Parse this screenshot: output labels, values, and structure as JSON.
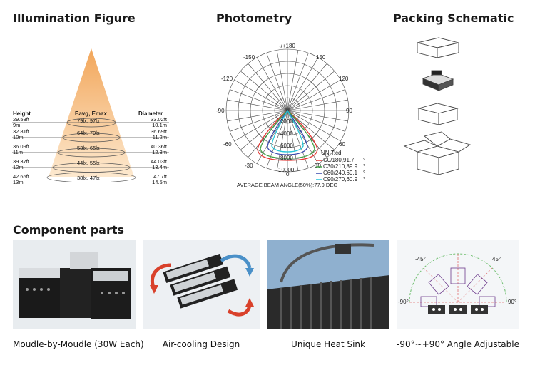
{
  "sections": {
    "illumination_title": "Illumination Figure",
    "photometry_title": "Photometry",
    "packing_title": "Packing Schematic",
    "components_title": "Component parts"
  },
  "illumination": {
    "col_height": "Height",
    "col_eavg": "Eavg, Emax",
    "col_diameter": "Diameter",
    "rows": [
      {
        "h_ft": "29.53ft",
        "h_m": "9m",
        "lux": "79lx, 97lx",
        "d_ft": "33.02ft",
        "d_m": "10.1m"
      },
      {
        "h_ft": "32.81ft",
        "h_m": "10m",
        "lux": "64lx, 79lx",
        "d_ft": "36.69ft",
        "d_m": "11.2m"
      },
      {
        "h_ft": "36.09ft",
        "h_m": "11m",
        "lux": "53lx, 65lx",
        "d_ft": "40.36ft",
        "d_m": "12.3m"
      },
      {
        "h_ft": "39.37ft",
        "h_m": "12m",
        "lux": "44lx, 55lx",
        "d_ft": "44.03ft",
        "d_m": "13.4m"
      },
      {
        "h_ft": "42.65ft",
        "h_m": "13m",
        "lux": "38lx, 47lx",
        "d_ft": "47.7ft",
        "d_m": "14.5m"
      }
    ]
  },
  "photometry": {
    "angles": {
      "top": "-/+180",
      "a_neg150": "-150",
      "a_150": "150",
      "a_neg120": "-120",
      "a_120": "120",
      "a_neg90": "-90",
      "a_90": "90",
      "a_neg60": "-60",
      "a_60": "60",
      "a_neg30": "-30",
      "a_30": "30",
      "a_0": "0"
    },
    "radial": [
      "2000",
      "4000",
      "6000",
      "8000",
      "10000"
    ],
    "unit": "UNIT:cd",
    "legend": [
      {
        "label": "C0/180,91.7",
        "color": "#e53935"
      },
      {
        "label": "C30/210,89.9",
        "color": "#43a047"
      },
      {
        "label": "C60/240,69.1",
        "color": "#3949ab"
      },
      {
        "label": "C90/270,60.9",
        "color": "#26c6da"
      }
    ],
    "degree_mark": "°",
    "beam_angle": "AVERAGE BEAM ANGLE(50%):77.9 DEG"
  },
  "components": {
    "captions": [
      "Moudle-by-Moudle (30W Each)",
      "Air-cooling Design",
      "Unique Heat Sink",
      "-90°~+90°  Angle Adjustable"
    ],
    "angle_labels": {
      "left90": "-90°",
      "right90": "90°",
      "left45": "-45°",
      "right45": "45°"
    }
  },
  "colors": {
    "cone_top": "#f2a65a",
    "cone_bottom": "#fde9cf",
    "accent_blue": "#4a90c8",
    "arrow_red": "#d9412b"
  }
}
